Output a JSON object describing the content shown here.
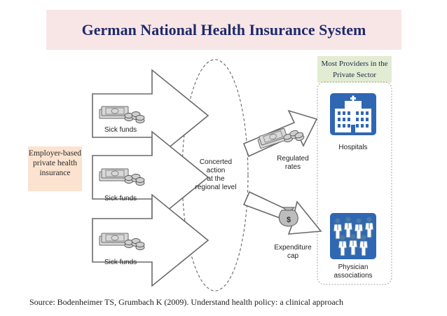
{
  "title": "German National Health Insurance System",
  "providers_note": "Most Providers in the Private Sector",
  "employer_note": "Employer-based private health insurance",
  "sick_funds_label": "Sick funds",
  "center_label": [
    "Concerted",
    "action",
    "at the",
    "regional level"
  ],
  "regulated_rates_label": [
    "Regulated",
    "rates"
  ],
  "expenditure_cap_label": [
    "Expenditure",
    "cap"
  ],
  "hospitals_label": "Hospitals",
  "physician_label": [
    "Physician",
    "associations"
  ],
  "money_bag_symbol": "$",
  "source": "Source: Bodenheimer TS, Grumbach K (2009). Understand health policy: a clinical approach",
  "colors": {
    "title": "#1f2a6b",
    "title_band": "#f8e6e6",
    "providers_box": "#e2ecd3",
    "employer_box": "#fbe3cf",
    "hospital_blue": "#2f67b2",
    "physician_blue": "#2f67b2"
  },
  "icons": [
    "money-bills-icon",
    "coins-icon",
    "hospital-building-icon",
    "physician-group-icon",
    "money-bag-icon"
  ]
}
